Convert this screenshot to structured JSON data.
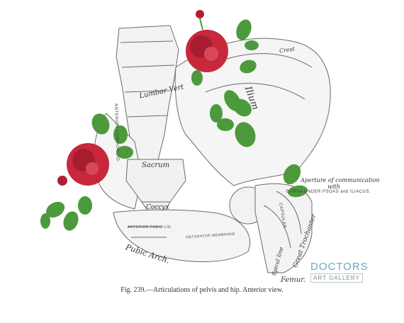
{
  "caption": "Fig. 239.—Articulations of pelvis and hip.   Anterior view.",
  "labels": {
    "lumbar_vert": "Lumbar Vert",
    "ant_common_lig": "ANTERIOR COMMON LIG.",
    "sacrum": "Sacrum",
    "coccyx": "Coccyx",
    "ilium": "Ilium",
    "crest": "Crest",
    "aperture_line1": "Aperture of communication",
    "aperture_line2": "with",
    "aperture_line3": "BURSA UNDER PSOAS and ILIACUS.",
    "capsular": "CAPSULAR",
    "ant_pubic_lig": "ANTERIOR PUBIC LIG.",
    "obturator_membrane": "OBTURATOR MEMBRANE",
    "pubic_arch": "Pubic Arch.",
    "femur": "Femur.",
    "spiral_line": "Spiral line",
    "great_trochanter": "Great Trochanter"
  },
  "brand": {
    "name": "DOCTORS",
    "sub": "ART GALLERY",
    "color": "#6aa7c7"
  },
  "colors": {
    "rose": "#c8283c",
    "leaf": "#4c9a3c",
    "ink": "#555555"
  }
}
